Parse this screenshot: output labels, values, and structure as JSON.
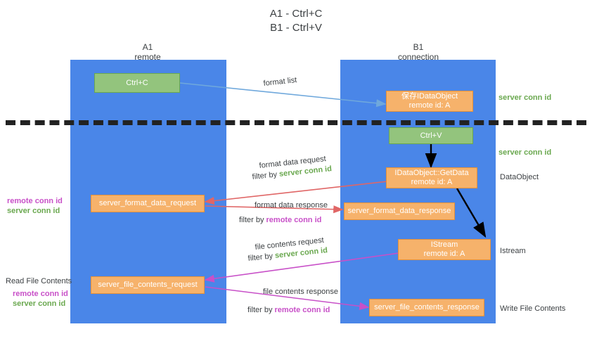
{
  "title": {
    "line1": "A1 - Ctrl+C",
    "line2": "B1 - Ctrl+V"
  },
  "columns": [
    {
      "name": "A1",
      "sub": "remote"
    },
    {
      "name": "B1",
      "sub": "connection"
    }
  ],
  "colors": {
    "lane": "#4a86e8",
    "green_box": "#93c47d",
    "orange_box": "#f6b26b",
    "server_conn": "#6aa84f",
    "remote_conn": "#c850c8",
    "arrow_blue": "#6fa8dc",
    "arrow_red": "#e06666",
    "arrow_magenta": "#c850c8",
    "arrow_black": "#000000",
    "divider": "#222222"
  },
  "boxes": {
    "ctrl_c": {
      "line1": "Ctrl+C",
      "line2": ""
    },
    "ctrl_v": {
      "line1": "Ctrl+V",
      "line2": ""
    },
    "idataobject": {
      "line1": "保存IDataObject",
      "line2": "remote id: A"
    },
    "getdata": {
      "line1": "IDataObject::GetData",
      "line2": "remote id: A"
    },
    "istream": {
      "line1": "IStream",
      "line2": "remote id: A"
    },
    "format_data_request": {
      "line1": "server_format_data_request",
      "line2": ""
    },
    "format_data_response": {
      "line1": "server_format_data_response",
      "line2": ""
    },
    "file_contents_request": {
      "line1": "server_file_contents_request",
      "line2": ""
    },
    "file_contents_response": {
      "line1": "server_file_contents_response",
      "line2": ""
    }
  },
  "edge_labels": {
    "format_list": "format list",
    "format_data_request": "format data request",
    "format_data_request_filter_prefix": "filter by ",
    "format_data_request_filter_key": "server conn id",
    "format_data_response": "format data response",
    "format_data_response_filter_prefix": "filter by ",
    "format_data_response_filter_key": "remote conn id",
    "file_contents_request": "file contents request",
    "file_contents_request_filter_prefix": "filter by ",
    "file_contents_request_filter_key": "server conn id",
    "file_contents_response": "file contents response",
    "file_contents_response_filter_prefix": "filter by ",
    "file_contents_response_filter_key": "remote conn id"
  },
  "right_labels": {
    "server_conn_top": "server conn id",
    "server_conn_mid": "server conn id",
    "dataobject": "DataObject",
    "istream": "Istream",
    "write_file_contents": "Write File Contents"
  },
  "left_labels": {
    "remote_conn_1": "remote conn id",
    "server_conn_1": "server conn id",
    "read_file_contents": "Read File Contents",
    "remote_conn_2": "remote conn id",
    "server_conn_2": "server conn id"
  }
}
